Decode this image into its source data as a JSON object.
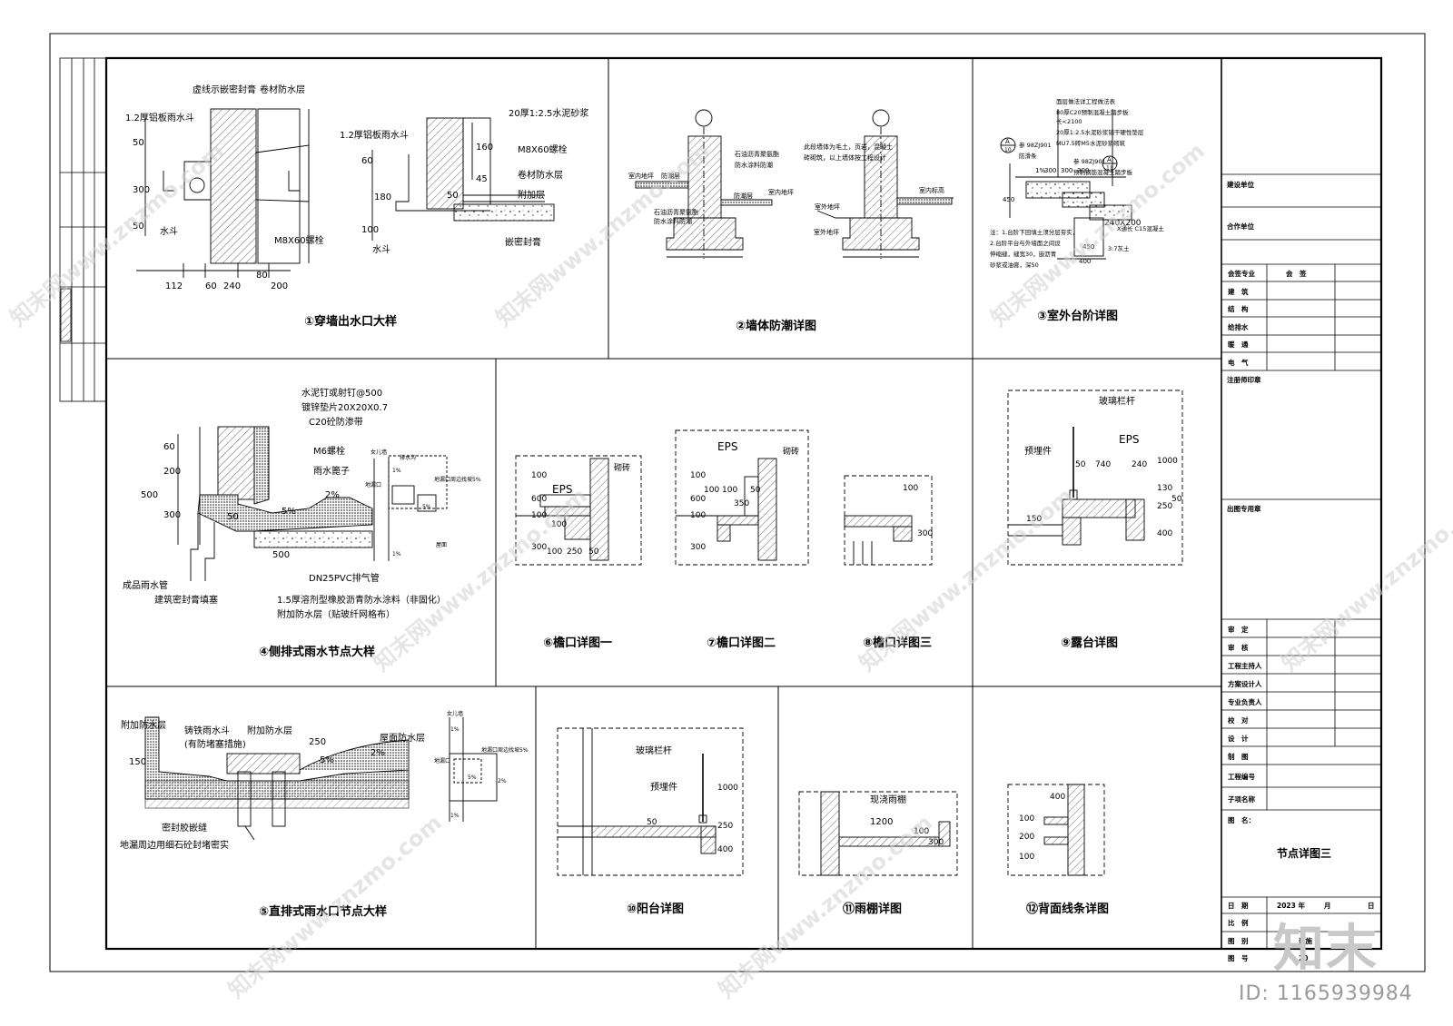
{
  "sheet_title": "节点详图三",
  "details": [
    {
      "no": "①",
      "title": "穿墙出水口大样",
      "labels": [
        "虚线示嵌密封膏",
        "卷材防水层",
        "1.2厚铝板雨水斗",
        "M8X60螺栓",
        "水斗",
        "20厚1:2.5水泥砂浆",
        "M8X60螺栓",
        "卷材防水层",
        "附加层",
        "嵌密封膏",
        "1.2厚铝板雨水斗",
        "水斗"
      ],
      "dims": [
        "50",
        "300",
        "50",
        "112",
        "60",
        "240",
        "80",
        "200",
        "60",
        "180",
        "100",
        "160",
        "45",
        "50"
      ]
    },
    {
      "no": "②",
      "title": "墙体防潮详图",
      "labels": [
        "室内地坪",
        "防潮层",
        "石油沥青聚氨酯",
        "防水涂料防潮",
        "室内地坪",
        "防潮层",
        "石油沥青聚氨酯",
        "防水涂料防潮",
        "此段墙体为毛土，页岩，混凝土",
        "砖砌筑，以上墙体按工程设计",
        "室外地坪",
        "室外地坪",
        "室内标高"
      ]
    },
    {
      "no": "③",
      "title": "室外台阶详图",
      "labels": [
        "面层做法详工程做法表",
        "80厚C20预制混凝土踏步板",
        "长<2100",
        "20厚1:2.5水泥砂浆铺干硬性垫层",
        "MU7.5砖M5水泥砂浆砌筑",
        "参 98ZJ901",
        "防滑条",
        "参 98ZJ901",
        "预制钢筋混凝土踏步板",
        "X通长 C15混凝土",
        "3:7灰土",
        "注：1.台阶下回填土须分层夯实，",
        "2.台阶平台与外墙面之间设",
        "伸缩缝，缝宽30，嵌沥青",
        "砂浆或油膏，深50"
      ],
      "dims": [
        "300",
        "300",
        "300",
        "240X200",
        "400",
        "1%",
        "450",
        "450",
        "A",
        "10",
        "A",
        "11"
      ]
    },
    {
      "no": "④",
      "title": "侧排式雨水节点大样",
      "labels": [
        "水泥钉或射钉@500",
        "镀锌垫片20X20X0.7",
        "C20砼防渗带",
        "M6螺栓",
        "雨水篦子",
        "成品雨水管",
        "建筑密封膏填塞",
        "DN25PVC排气管",
        "1.5厚溶剂型橡胶沥青防水涂料（非固化）",
        "附加防水层（贴玻纤网格布）",
        "女儿墙",
        "排水沟",
        "地漏口周边找坡5%",
        "地漏口",
        "屋面"
      ],
      "dims": [
        "60",
        "200",
        "300",
        "500",
        "50",
        "5%",
        "2%",
        "500",
        "1%",
        "1%",
        "5%"
      ]
    },
    {
      "no": "⑤",
      "title": "直排式雨水口节点大样",
      "labels": [
        "附加防水层",
        "铸铁雨水斗",
        "(有防堵塞措施)",
        "附加防水层",
        "屋面防水层",
        "密封胶嵌缝",
        "地漏周边用细石砼封堵密实",
        "女儿墙",
        "地漏口周边找坡5%",
        "地漏口"
      ],
      "dims": [
        "150",
        "250",
        "2%",
        "5%",
        "5%",
        "2%",
        "1%",
        "1%"
      ]
    },
    {
      "no": "⑥",
      "title": "檐口详图一",
      "labels": [
        "EPS",
        "砌砖"
      ],
      "dims": [
        "100",
        "600",
        "100",
        "100",
        "300",
        "100",
        "250",
        "50"
      ]
    },
    {
      "no": "⑦",
      "title": "檐口详图二",
      "labels": [
        "EPS",
        "砌砖"
      ],
      "dims": [
        "100",
        "600",
        "100",
        "100",
        "100",
        "350",
        "50",
        "300"
      ]
    },
    {
      "no": "⑧",
      "title": "檐口详图三",
      "labels": [],
      "dims": [
        "100",
        "300"
      ]
    },
    {
      "no": "⑨",
      "title": "露台详图",
      "labels": [
        "玻璃栏杆",
        "EPS",
        "预埋件"
      ],
      "dims": [
        "50",
        "740",
        "240",
        "1000",
        "150",
        "250",
        "400",
        "130",
        "50"
      ]
    },
    {
      "no": "⑩",
      "title": "阳台详图",
      "labels": [
        "玻璃栏杆",
        "预埋件"
      ],
      "dims": [
        "1000",
        "250",
        "400",
        "50"
      ]
    },
    {
      "no": "⑪",
      "title": "雨棚详图",
      "labels": [
        "现浇雨棚"
      ],
      "dims": [
        "1200",
        "100",
        "300"
      ]
    },
    {
      "no": "⑫",
      "title": "背面线条详图",
      "labels": [],
      "dims": [
        "400",
        "100",
        "200",
        "100"
      ]
    }
  ],
  "title_block": {
    "top": [
      {
        "label": "建设单位",
        "value": ""
      },
      {
        "label": "合作单位",
        "value": ""
      }
    ],
    "sign_header": [
      "会签专业",
      "会　签"
    ],
    "disciplines": [
      "建　筑",
      "结　构",
      "给排水",
      "暖　通",
      "电　气"
    ],
    "stamp1": "注册师印章",
    "stamp2": "出图专用章",
    "roles": [
      "审　定",
      "审　核",
      "工程主持人",
      "方案设计人",
      "专业负责人",
      "校　对",
      "设　计",
      "制　图"
    ],
    "project_no": "工程编号",
    "item_name": "子项名称",
    "drawing_name_label": "图　名：",
    "drawing_name": "节点详图三",
    "date_label": "日　期",
    "date_year": "2023 年",
    "date_month": "月",
    "date_day": "日",
    "scale_label": "比　例",
    "type_label": "图　别",
    "type_value": "建施",
    "no_label": "图　号",
    "no_value": "20"
  },
  "watermark": {
    "text": "知末网www.znzmo.com",
    "brand": "知末",
    "id": "ID: 1165939984"
  },
  "colors": {
    "line": "#000000",
    "hatch": "#444444",
    "watermark": "#cfcfcf"
  }
}
